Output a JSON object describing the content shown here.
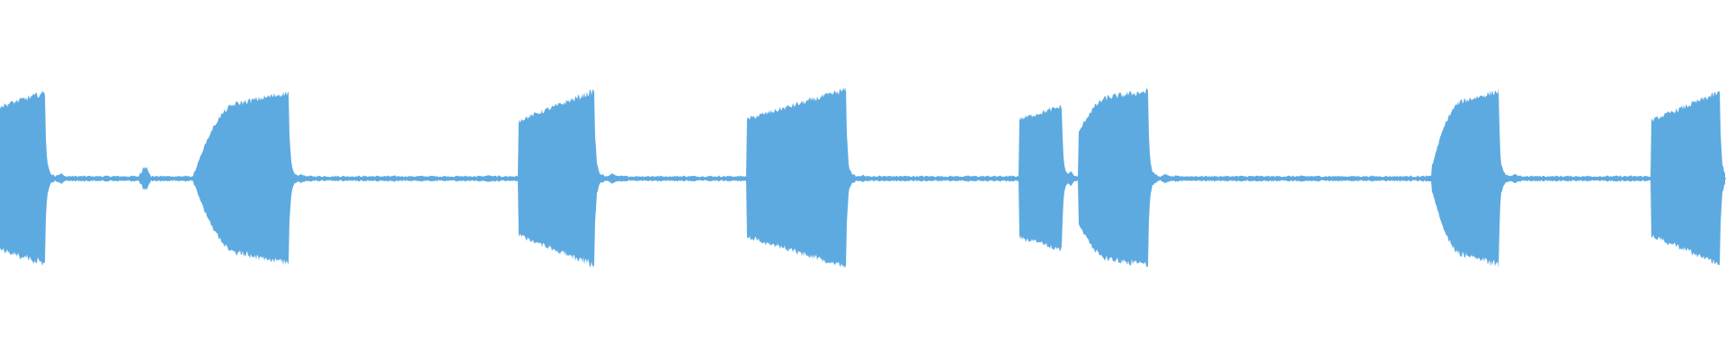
{
  "waveform": {
    "color": "#5DAAE1",
    "background": "#FFFFFF",
    "baseline_level": 0.02,
    "bursts": [
      {
        "start": 0.0,
        "end": 0.026,
        "amp_start": 0.52,
        "amp_end": 0.62,
        "shape": "flat-rise"
      },
      {
        "start": 0.113,
        "end": 0.167,
        "amp_start": 0.05,
        "amp_end": 0.62,
        "shape": "swell"
      },
      {
        "start": 0.301,
        "end": 0.344,
        "amp_start": 0.42,
        "amp_end": 0.63,
        "shape": "flat-rise"
      },
      {
        "start": 0.433,
        "end": 0.49,
        "amp_start": 0.43,
        "amp_end": 0.64,
        "shape": "flat-rise"
      },
      {
        "start": 0.591,
        "end": 0.615,
        "amp_start": 0.43,
        "amp_end": 0.52,
        "shape": "flat-rise"
      },
      {
        "start": 0.625,
        "end": 0.665,
        "amp_start": 0.33,
        "amp_end": 0.63,
        "shape": "swell"
      },
      {
        "start": 0.83,
        "end": 0.868,
        "amp_start": 0.1,
        "amp_end": 0.63,
        "shape": "swell"
      },
      {
        "start": 0.957,
        "end": 0.996,
        "amp_start": 0.42,
        "amp_end": 0.62,
        "shape": "flat-rise"
      }
    ],
    "blips": [
      {
        "pos": 0.035,
        "amp": 0.05
      },
      {
        "pos": 0.084,
        "amp": 0.12
      },
      {
        "pos": 0.175,
        "amp": 0.04
      },
      {
        "pos": 0.283,
        "amp": 0.03
      },
      {
        "pos": 0.355,
        "amp": 0.05
      },
      {
        "pos": 0.5,
        "amp": 0.03
      },
      {
        "pos": 0.62,
        "amp": 0.06
      },
      {
        "pos": 0.675,
        "amp": 0.04
      },
      {
        "pos": 0.878,
        "amp": 0.04
      },
      {
        "pos": 0.998,
        "amp": 0.06
      }
    ]
  }
}
